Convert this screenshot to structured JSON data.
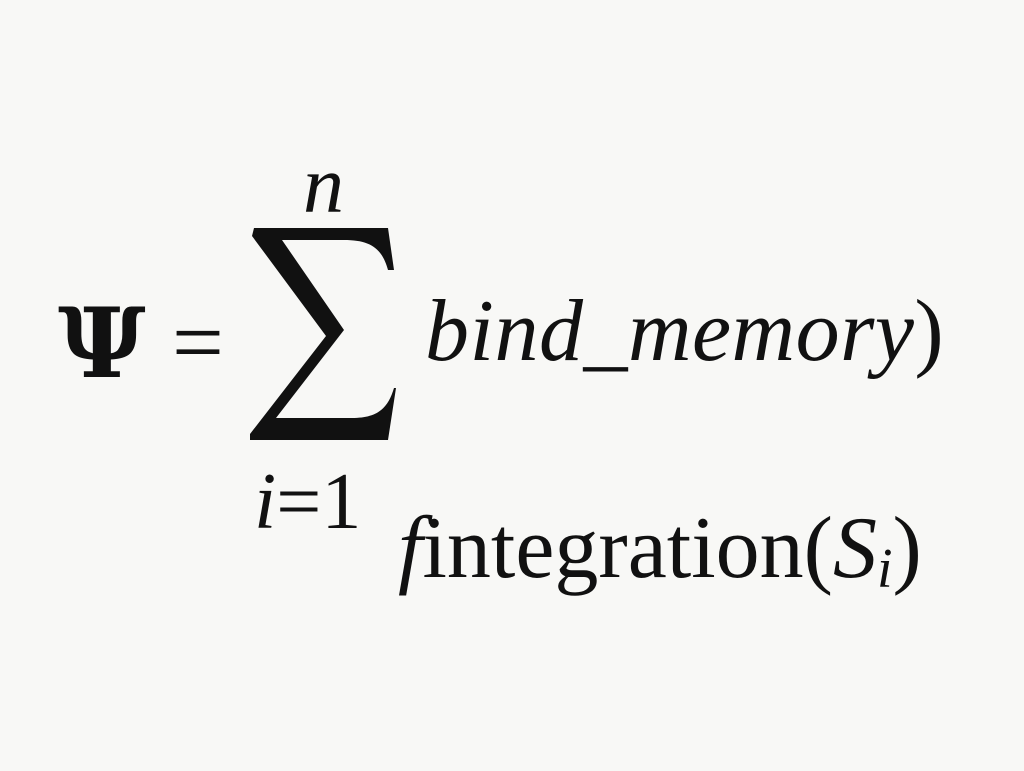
{
  "formula": {
    "lhs": "Ψ",
    "equals": "=",
    "upper_limit": "n",
    "lower_limit": {
      "variable": "i",
      "relation": "=",
      "value": "1"
    },
    "top_term": {
      "text": "bind_memory",
      "close_paren": ")"
    },
    "bottom_term": {
      "function_letter": "f",
      "word": "integration",
      "open_paren": "(",
      "argument": "S",
      "subscript": "i",
      "close_paren": ")"
    }
  },
  "colors": {
    "background": "#f8f8f6",
    "ink": "#111111"
  },
  "icons": {
    "summation": "sigma-icon"
  }
}
